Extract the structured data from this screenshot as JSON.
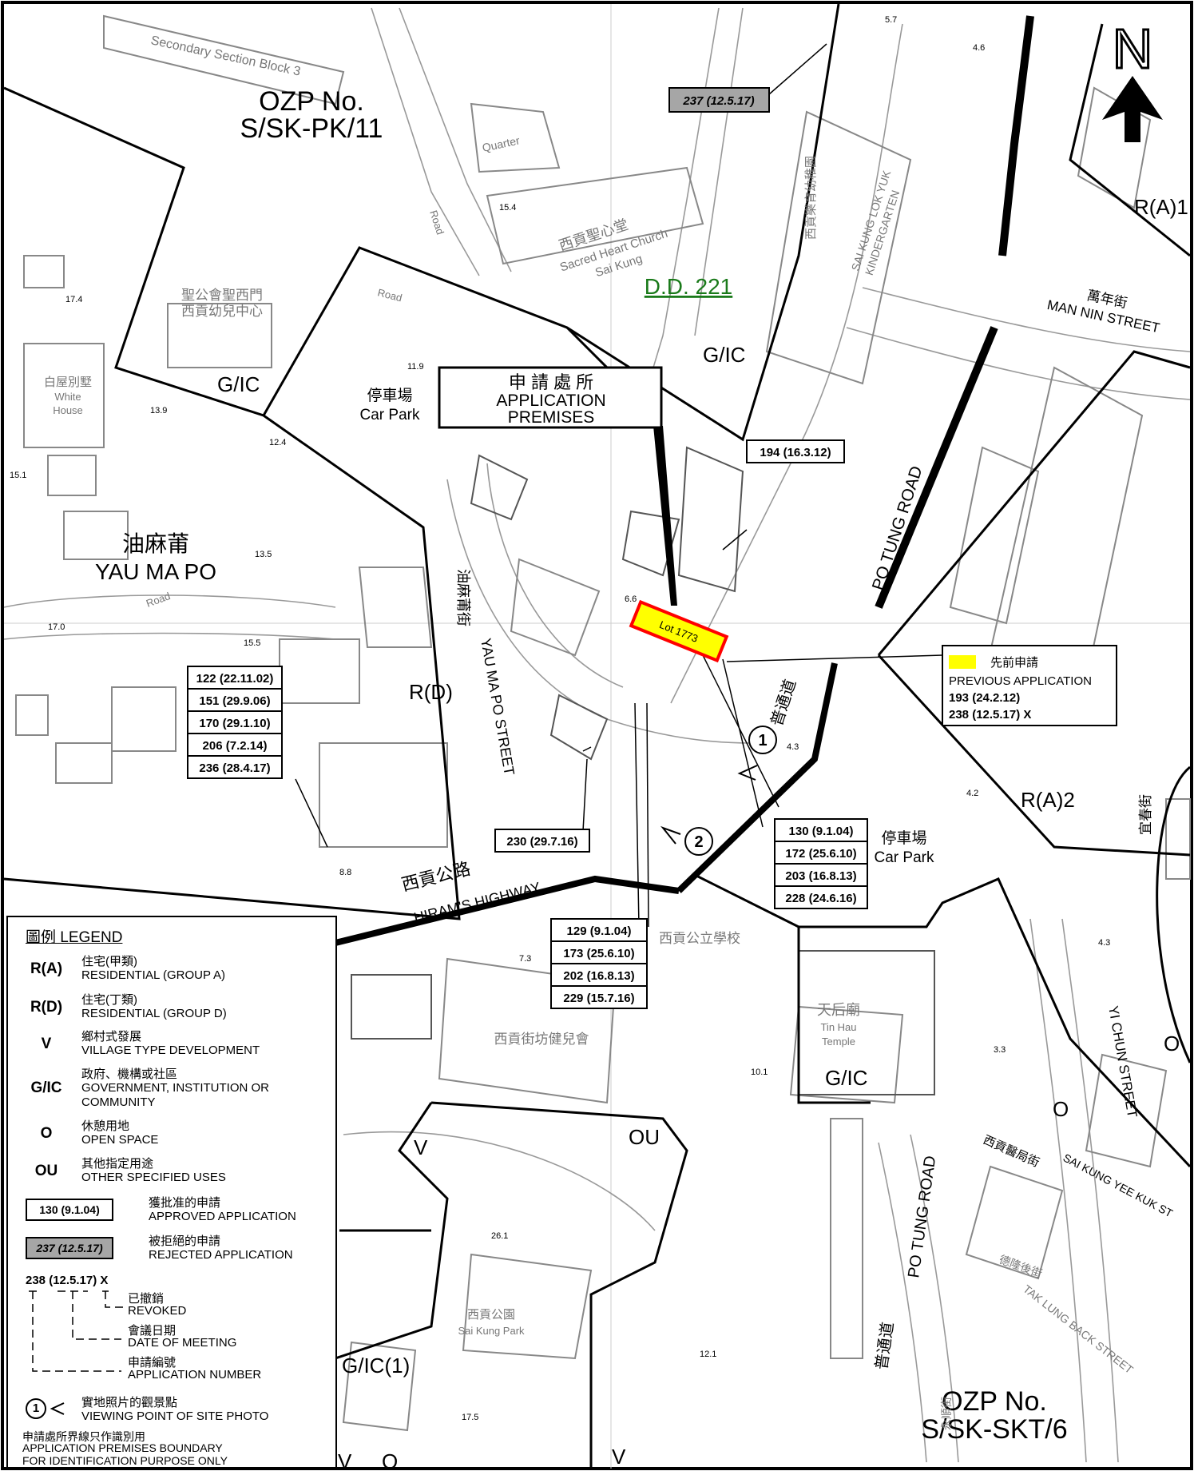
{
  "north_label": "N",
  "ozp_north": {
    "line1": "OZP No.",
    "line2": "S/SK-PK/11"
  },
  "ozp_south": {
    "line1": "OZP No.",
    "line2": "S/SK-SKT/6"
  },
  "dd_label": "D.D. 221",
  "application_premises": {
    "zh": "申 請 處 所",
    "en1": "APPLICATION",
    "en2": "PREMISES",
    "lot": "Lot 1773"
  },
  "zones": [
    "G/IC",
    "G/IC",
    "R(D)",
    "R(A)1",
    "R(A)2",
    "G/IC",
    "V",
    "OU",
    "O",
    "O",
    "G/IC(1)",
    "V",
    "O",
    "V"
  ],
  "places": {
    "yau_ma_po_zh": "油麻莆",
    "yau_ma_po_en": "YAU MA PO",
    "car_park_zh": "停車場",
    "car_park_en": "Car Park",
    "car_park2_zh": "停車場",
    "car_park2_en": "Car Park",
    "white_house_zh": "白屋別墅",
    "white_house_en1": "White",
    "white_house_en2": "House",
    "church_zh": "西貢聖心堂",
    "church_en1": "Sacred Heart Church",
    "church_en2": "Sai Kung",
    "kindergarten_zh": "西貢樂育幼稚園",
    "kindergarten_en1": "SAI KUNG LOK YUK",
    "kindergarten_en2": "KINDERGARTEN",
    "school_zh": "聖公會聖西門",
    "school_zh2": "西貢幼兒中心",
    "public_school_zh": "西貢公立學校",
    "kaifong_zh": "西貢街坊健兒會",
    "temple_zh": "天后廟",
    "temple_en1": "Tin Hau",
    "temple_en2": "Temple",
    "park_zh": "西貢公園",
    "park_en": "Sai Kung Park",
    "secondary_block": "Secondary Section Block 3",
    "quarter": "Quarter"
  },
  "streets": {
    "man_nin_zh": "萬年街",
    "man_nin_en": "MAN NIN STREET",
    "po_tung_en": "PO TUNG ROAD",
    "po_tung_zh": "普通道",
    "po_tung2_en": "PO TUNG ROAD",
    "po_tung2_zh": "普通道",
    "yau_ma_po_st_zh": "油麻莆街",
    "yau_ma_po_st_en": "YAU MA PO STREET",
    "hirams_zh": "西貢公路",
    "hirams_en": "HIRAM'S HIGHWAY",
    "yi_chun_zh": "宜春街",
    "yi_chun_en": "YI CHUN STREET",
    "yee_kuk_zh": "西貢醫局街",
    "yee_kuk_en": "SAI KUNG YEE KUK ST",
    "tak_lung_zh": "德隆後街",
    "tak_lung_en": "TAK LUNG BACK STREET",
    "wing_shun_zh": "永順街",
    "road1": "Road",
    "road2": "Road",
    "road3": "Road"
  },
  "spot_heights": [
    "5.7",
    "4.6",
    "15.4",
    "11.9",
    "12.4",
    "13.9",
    "13.5",
    "17.4",
    "6.6",
    "4.3",
    "4.2",
    "8.8",
    "7.3",
    "10.1",
    "3.3",
    "4.3",
    "26.1",
    "12.1",
    "17.5",
    "15.1",
    "17.0",
    "15.5"
  ],
  "applications": {
    "rej_237": "237 (12.5.17)",
    "a194": "194 (16.3.12)",
    "prev_title_zh": "先前申請",
    "prev_title_en": "PREVIOUS APPLICATION",
    "prev": [
      "193 (24.2.12)",
      "238 (12.5.17) X"
    ],
    "group_a": [
      "122 (22.11.02)",
      "151 (29.9.06)",
      "170 (29.1.10)",
      "206 (7.2.14)",
      "236 (28.4.17)"
    ],
    "a230": "230 (29.7.16)",
    "group_b": [
      "130 (9.1.04)",
      "172 (25.6.10)",
      "203 (16.8.13)",
      "228 (24.6.16)"
    ],
    "group_c": [
      "129 (9.1.04)",
      "173 (25.6.10)",
      "202 (16.8.13)",
      "229 (15.7.16)"
    ]
  },
  "viewpoints": [
    "1",
    "2"
  ],
  "legend": {
    "title": "圖例 LEGEND",
    "items": [
      {
        "code": "R(A)",
        "zh": "住宅(甲類)",
        "en": "RESIDENTIAL (GROUP A)"
      },
      {
        "code": "R(D)",
        "zh": "住宅(丁類)",
        "en": "RESIDENTIAL (GROUP D)"
      },
      {
        "code": "V",
        "zh": "鄉村式發展",
        "en": "VILLAGE TYPE DEVELOPMENT"
      },
      {
        "code": "G/IC",
        "zh": "政府、機構或社區",
        "en": "GOVERNMENT, INSTITUTION OR",
        "en2": "COMMUNITY"
      },
      {
        "code": "O",
        "zh": "休憩用地",
        "en": "OPEN SPACE"
      },
      {
        "code": "OU",
        "zh": "其他指定用途",
        "en": "OTHER SPECIFIED USES"
      }
    ],
    "approved_sample": "130 (9.1.04)",
    "approved_zh": "獲批准的申請",
    "approved_en": "APPROVED APPLICATION",
    "rejected_sample": "237 (12.5.17)",
    "rejected_zh": "被拒絕的申請",
    "rejected_en": "REJECTED APPLICATION",
    "key_sample": "238 (12.5.17) X",
    "revoked_zh": "已撤銷",
    "revoked_en": "REVOKED",
    "meeting_zh": "會議日期",
    "meeting_en": "DATE OF MEETING",
    "appno_zh": "申請編號",
    "appno_en": "APPLICATION NUMBER",
    "viewpoint_num": "1",
    "viewpoint_zh": "實地照片的觀景點",
    "viewpoint_en": "VIEWING POINT OF SITE PHOTO",
    "boundary_zh": "申請處所界線只作識別用",
    "boundary_en1": "APPLICATION PREMISES BOUNDARY",
    "boundary_en2": "FOR IDENTIFICATION PURPOSE ONLY"
  },
  "colors": {
    "highlight": "#ffff00",
    "premises_outline": "#ff0000",
    "rejected_fill": "#a6a6a6",
    "dd_green": "#1a7a1a"
  }
}
